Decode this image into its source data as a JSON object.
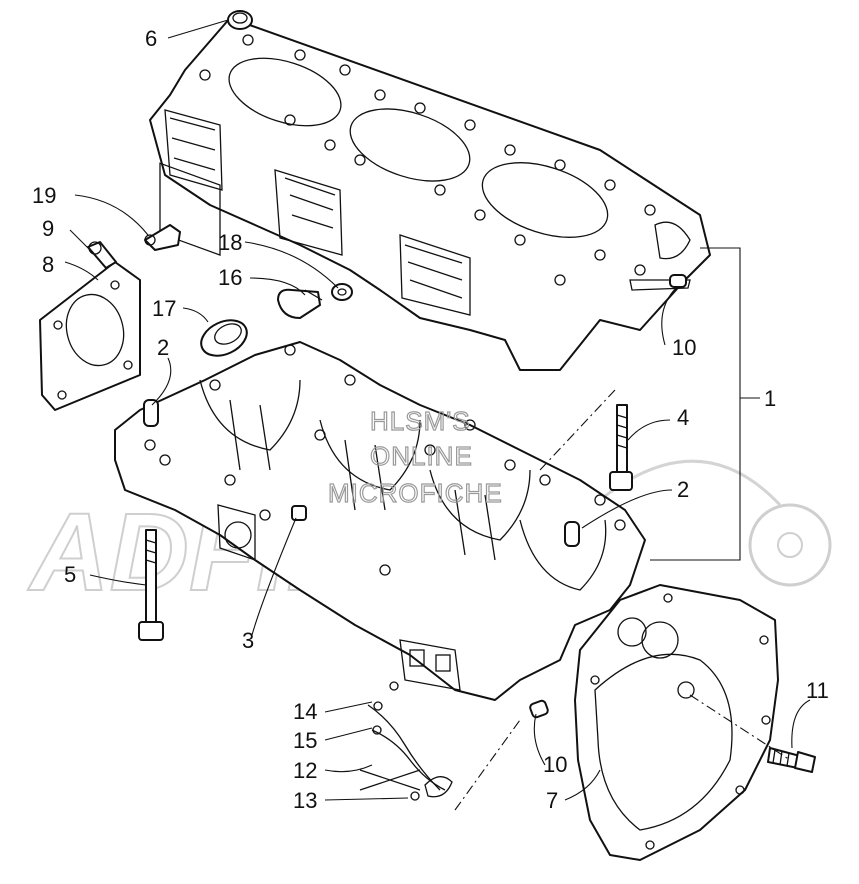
{
  "watermark": {
    "line1": "HLSM'S",
    "line2": "ONLINE",
    "line3": "MICROFICHE"
  },
  "callouts": [
    {
      "id": "c6",
      "label": "6"
    },
    {
      "id": "c19",
      "label": "19"
    },
    {
      "id": "c9",
      "label": "9"
    },
    {
      "id": "c8",
      "label": "8"
    },
    {
      "id": "c18",
      "label": "18"
    },
    {
      "id": "c16",
      "label": "16"
    },
    {
      "id": "c17",
      "label": "17"
    },
    {
      "id": "c2a",
      "label": "2"
    },
    {
      "id": "c10a",
      "label": "10"
    },
    {
      "id": "c1",
      "label": "1"
    },
    {
      "id": "c4",
      "label": "4"
    },
    {
      "id": "c2b",
      "label": "2"
    },
    {
      "id": "c5",
      "label": "5"
    },
    {
      "id": "c3",
      "label": "3"
    },
    {
      "id": "c11",
      "label": "11"
    },
    {
      "id": "c14",
      "label": "14"
    },
    {
      "id": "c15",
      "label": "15"
    },
    {
      "id": "c12",
      "label": "12"
    },
    {
      "id": "c13",
      "label": "13"
    },
    {
      "id": "c10b",
      "label": "10"
    },
    {
      "id": "c7",
      "label": "7"
    }
  ]
}
